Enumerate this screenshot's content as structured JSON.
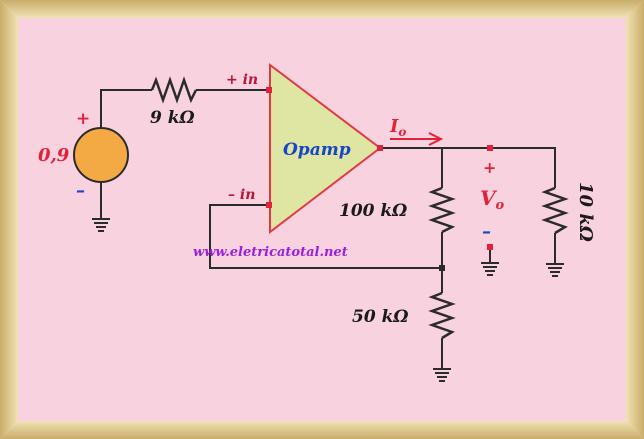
{
  "source": {
    "value": "0,9",
    "plus": "+",
    "minus": "–"
  },
  "resistors": {
    "r_in": "9 kΩ",
    "r_feedback": "100 kΩ",
    "r_ground": "50 kΩ",
    "r_load": "10 kΩ"
  },
  "opamp": {
    "label": "Opamp",
    "plus_in": "+ in",
    "minus_in": "– in"
  },
  "output": {
    "current_label": "I",
    "current_sub": "o",
    "voltage_label": "V",
    "voltage_sub": "o",
    "plus": "+",
    "minus": "–"
  },
  "watermark": "www.eletricatotal.net",
  "colors": {
    "frame_outer": "#dcc58f",
    "frame_inner": "#f8d2de",
    "opamp_fill": "#dfe6a4",
    "source_fill": "#f3aa45",
    "accent_red": "#e0223a",
    "accent_blue": "#1846c4",
    "watermark": "#9b20d8",
    "wire": "#2b2b2b"
  }
}
